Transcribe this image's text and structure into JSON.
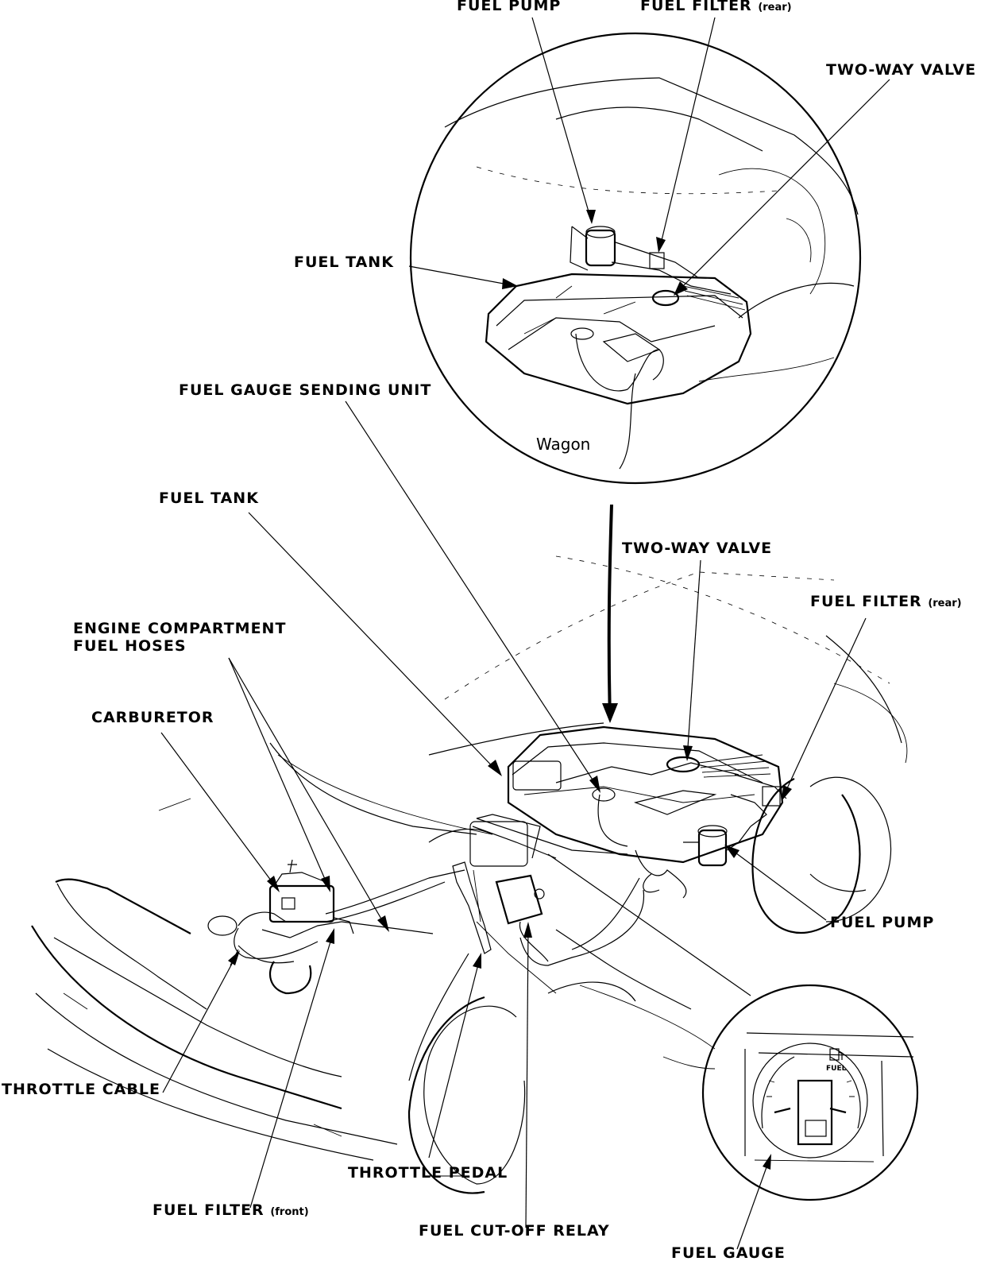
{
  "labels": {
    "fuel_pump_top": "FUEL PUMP",
    "fuel_filter_rear_top": "FUEL FILTER",
    "fuel_filter_rear_top_suffix": "(rear)",
    "two_way_valve_top": "TWO-WAY VALVE",
    "fuel_tank_top": "FUEL TANK",
    "fuel_gauge_sending_unit": "FUEL GAUGE SENDING UNIT",
    "wagon": "Wagon",
    "fuel_tank_main": "FUEL TANK",
    "two_way_valve_main": "TWO-WAY VALVE",
    "fuel_filter_rear_main": "FUEL FILTER",
    "fuel_filter_rear_main_suffix": "(rear)",
    "engine_compartment_line1": "ENGINE COMPARTMENT",
    "engine_compartment_line2": "FUEL HOSES",
    "carburetor": "CARBURETOR",
    "fuel_pump_main": "FUEL PUMP",
    "throttle_cable": "THROTTLE CABLE",
    "throttle_pedal": "THROTTLE PEDAL",
    "fuel_filter_front": "FUEL FILTER",
    "fuel_filter_front_suffix": "(front)",
    "fuel_cut_off_relay": "FUEL CUT-OFF RELAY",
    "fuel_gauge": "FUEL GAUGE",
    "gauge_face": "FUEL"
  },
  "icons": {
    "gauge_pump_symbol": "fuel-pump-icon"
  }
}
